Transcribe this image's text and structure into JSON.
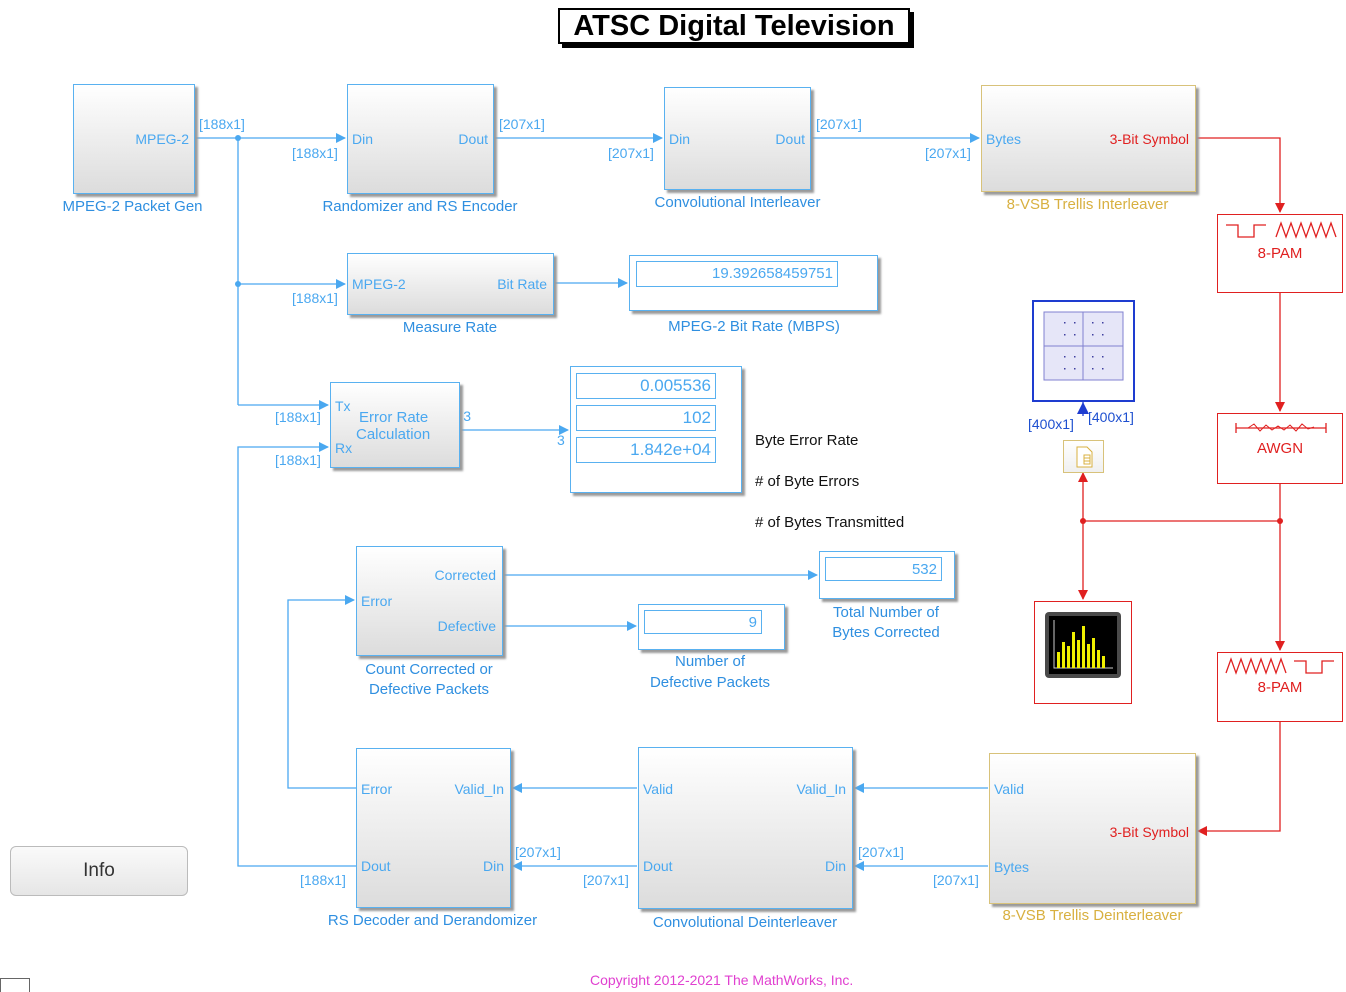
{
  "title": "ATSC Digital Television",
  "info_button": "Info",
  "copyright": "Copyright 2012-2021 The MathWorks, Inc.",
  "blocks": {
    "packet_gen": {
      "label": "MPEG-2 Packet Gen",
      "port_out": "MPEG-2"
    },
    "rs_encoder": {
      "label": "Randomizer and RS Encoder",
      "port_in": "Din",
      "port_out": "Dout"
    },
    "conv_interleaver": {
      "label": "Convolutional Interleaver",
      "port_in": "Din",
      "port_out": "Dout"
    },
    "trellis_interleaver": {
      "label": "8-VSB Trellis Interleaver",
      "port_in": "Bytes",
      "port_out": "3-Bit Symbol"
    },
    "pam_tx": {
      "label": "8-PAM"
    },
    "awgn": {
      "label": "AWGN"
    },
    "pam_rx": {
      "label": "8-PAM"
    },
    "measure_rate": {
      "label": "Measure Rate",
      "port_in": "MPEG-2",
      "port_out": "Bit Rate"
    },
    "bitrate_display": {
      "label": "MPEG-2 Bit Rate (MBPS)",
      "value": "19.392658459751"
    },
    "error_rate": {
      "line1": "Error Rate",
      "line2": "Calculation",
      "port_tx": "Tx",
      "port_rx": "Rx",
      "out": "3"
    },
    "error_display": {
      "values": [
        "0.005536",
        "102",
        "1.842e+04"
      ],
      "in": "3"
    },
    "count_packets": {
      "line1": "Count Corrected or",
      "line2": "Defective Packets",
      "port_in": "Error",
      "port_corrected": "Corrected",
      "port_defective": "Defective"
    },
    "corrected_display": {
      "line1": "Total Number of",
      "line2": "Bytes Corrected",
      "value": "532"
    },
    "defective_display": {
      "line1": "Number of",
      "line2": "Defective Packets",
      "value": "9"
    },
    "rs_decoder": {
      "label": "RS Decoder and Derandomizer",
      "port_error": "Error",
      "port_valid": "Valid_In",
      "port_dout": "Dout",
      "port_din": "Din"
    },
    "conv_deinterleaver": {
      "label": "Convolutional Deinterleaver",
      "port_valid": "Valid",
      "port_valid_in": "Valid_In",
      "port_dout": "Dout",
      "port_din": "Din"
    },
    "trellis_deinterleaver": {
      "label": "8-VSB Trellis Deinterleaver",
      "port_valid": "Valid",
      "port_symbol": "3-Bit Symbol",
      "port_bytes": "Bytes"
    }
  },
  "annotations": {
    "byte_error_rate": "Byte Error Rate",
    "byte_errors": "# of Byte Errors",
    "bytes_transmitted": "# of Bytes Transmitted"
  },
  "dims": {
    "d188": "[188x1]",
    "d207": "[207x1]",
    "d400": "[400x1]"
  },
  "colors": {
    "signal": "#4aa8f0",
    "rf": "#e02020",
    "label": "#2f8fe0",
    "copyright": "#e040d0"
  }
}
